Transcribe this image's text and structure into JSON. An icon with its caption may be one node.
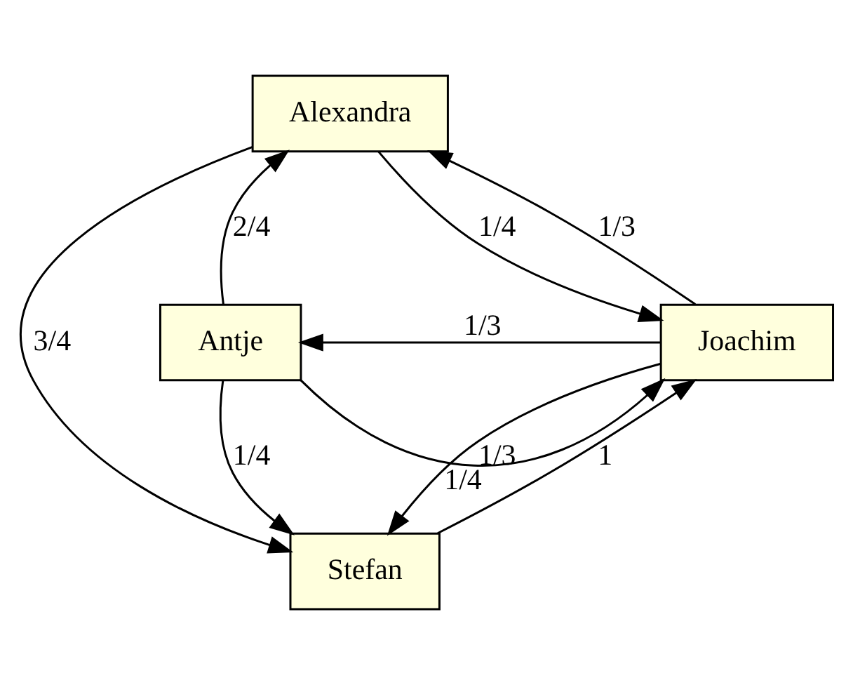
{
  "diagram": {
    "nodes": [
      {
        "text": [
          "Alexandra"
        ]
      },
      {
        "text": [
          "Antje"
        ]
      },
      {
        "text": [
          "Joachim"
        ]
      },
      {
        "text": [
          "Stefan"
        ]
      }
    ],
    "edges": [
      {
        "from": 0,
        "to": 2,
        "arrow": "to",
        "label": "1/4"
      },
      {
        "from": 0,
        "to": 3,
        "arrow": "to",
        "label": "3/4"
      },
      {
        "from": 1,
        "to": 0,
        "arrow": "to",
        "label": "2/4"
      },
      {
        "from": 2,
        "to": 0,
        "arrow": "to",
        "label": "1/3"
      },
      {
        "from": 2,
        "to": 1,
        "arrow": "to",
        "label": "1/3"
      },
      {
        "from": 1,
        "to": 2,
        "arrow": "to",
        "label": "1/4"
      },
      {
        "from": 1,
        "to": 3,
        "arrow": "to",
        "label": "1/4"
      },
      {
        "from": 3,
        "to": 2,
        "arrow": "to",
        "label": "1"
      },
      {
        "from": 2,
        "to": 3,
        "arrow": "to",
        "label": "1/3"
      }
    ]
  }
}
